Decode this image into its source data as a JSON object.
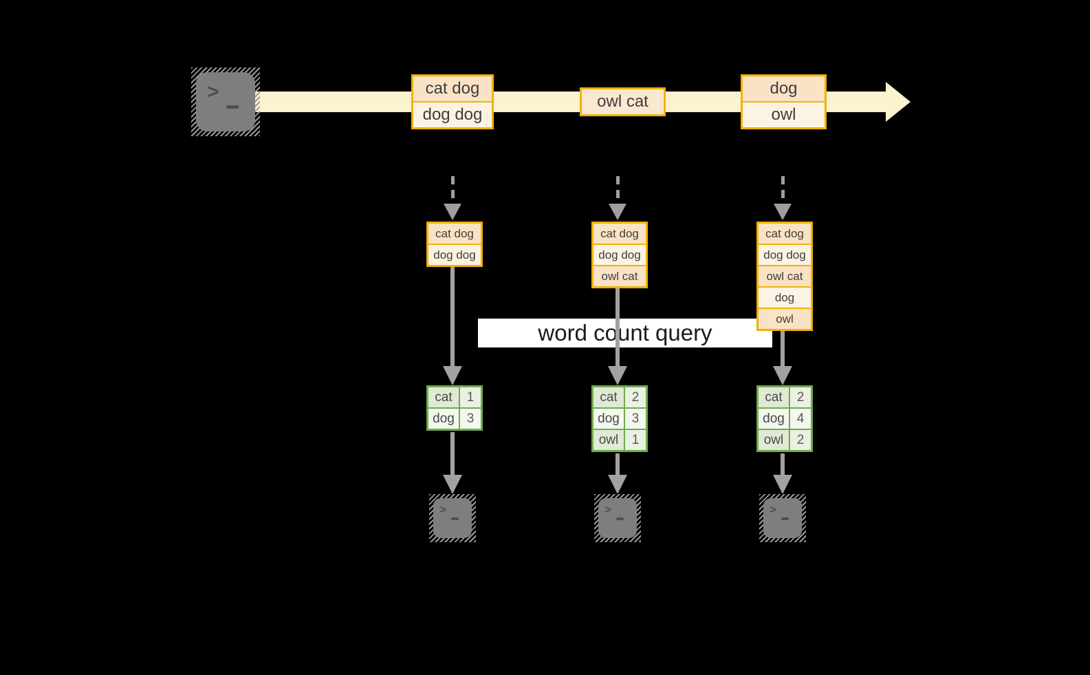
{
  "query_label": "word count query",
  "stream": {
    "batches": [
      {
        "cells": [
          "cat dog",
          "dog dog"
        ]
      },
      {
        "cells": [
          "owl cat"
        ]
      },
      {
        "cells": [
          "dog",
          "owl"
        ]
      }
    ]
  },
  "columns": [
    {
      "stack": [
        "cat dog",
        "dog dog"
      ],
      "table": {
        "rows": [
          {
            "word": "cat",
            "count": "1"
          },
          {
            "word": "dog",
            "count": "3"
          }
        ]
      }
    },
    {
      "stack": [
        "cat dog",
        "dog dog",
        "owl cat"
      ],
      "table": {
        "rows": [
          {
            "word": "cat",
            "count": "2"
          },
          {
            "word": "dog",
            "count": "3"
          },
          {
            "word": "owl",
            "count": "1"
          }
        ]
      }
    },
    {
      "stack": [
        "cat dog",
        "dog dog",
        "owl cat",
        "dog",
        "owl"
      ],
      "table": {
        "rows": [
          {
            "word": "cat",
            "count": "2"
          },
          {
            "word": "dog",
            "count": "4"
          },
          {
            "word": "owl",
            "count": "2"
          }
        ]
      }
    }
  ],
  "icons": {
    "terminal_prompt": ">",
    "terminal_cursor": "_"
  },
  "colors": {
    "background": "#000000",
    "stream_band": "#FBF2CF",
    "orange_border": "#F0B207",
    "cell_peach": "#FAE3C4",
    "cell_cream": "#FDF3E3",
    "green_border": "#6FAC4B",
    "green_row_dark": "#DFE9D4",
    "green_row_light": "#F3F7EF",
    "arrow_gray": "#A2A2A2",
    "terminal_gray": "#7E7E7E",
    "query_bar": "#FFFFFF"
  }
}
